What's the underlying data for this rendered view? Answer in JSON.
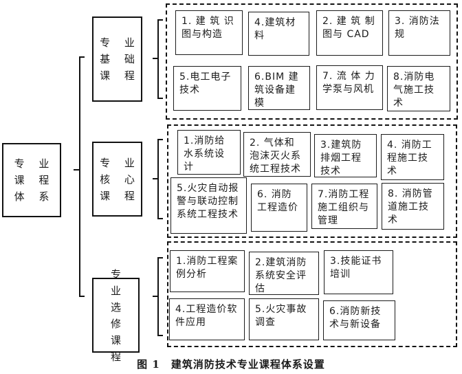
{
  "root": {
    "label": "专 业\n课 程\n体 系"
  },
  "groups": [
    {
      "label": "专 业\n基 础\n课 程",
      "courses": [
        "1. 建 筑 识图与构造",
        "4.建筑材料",
        "2. 建 筑 制图与 CAD",
        "3. 消防法规",
        "5.电工电子技术",
        "6.BIM 建筑设备建模",
        "7. 流 体 力学泵与风机",
        "8.消防电气施工技术"
      ]
    },
    {
      "label": "专 业\n核 心\n课 程",
      "courses": [
        "1.消防给水系统设计",
        "2. 气体和泡沫灭火系统工程技术",
        "3.建筑防排烟工程技术",
        "4. 消防工程施工技术",
        "5.火灾自动报警与联动控制系统工程技术",
        "6. 消防工程造价",
        "7.消防工程施工组织与管理",
        "8. 消防管道施工技术"
      ]
    },
    {
      "label": "专 业\n选 修\n课 程",
      "courses": [
        "1.消防工程案例分析",
        "2.建筑消防系统安全评估",
        "3.技能证书培训",
        "4.工程造价软件应用",
        "5.火灾事故调查",
        "6.消防新技术与新设备"
      ]
    }
  ],
  "caption": "图 1　建筑消防技术专业课程体系设置"
}
